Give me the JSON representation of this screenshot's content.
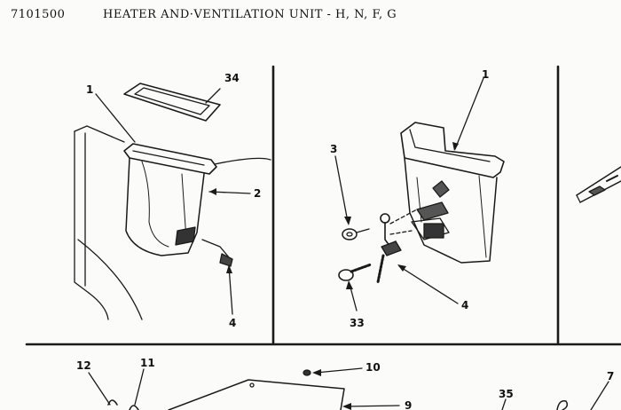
{
  "header": {
    "code": "7101500",
    "title": "HEATER AND·VENTILATION UNIT - H, N, F, G"
  },
  "callouts": {
    "p1_1": "1",
    "p1_34": "34",
    "p1_2": "2",
    "p1_4": "4",
    "p2_1": "1",
    "p2_3": "3",
    "p2_4": "4",
    "p2_33": "33",
    "p3_12": "12",
    "p3_11": "11",
    "p3_10": "10",
    "p3_9": "9",
    "p3_35": "35",
    "p3_7": "7"
  }
}
